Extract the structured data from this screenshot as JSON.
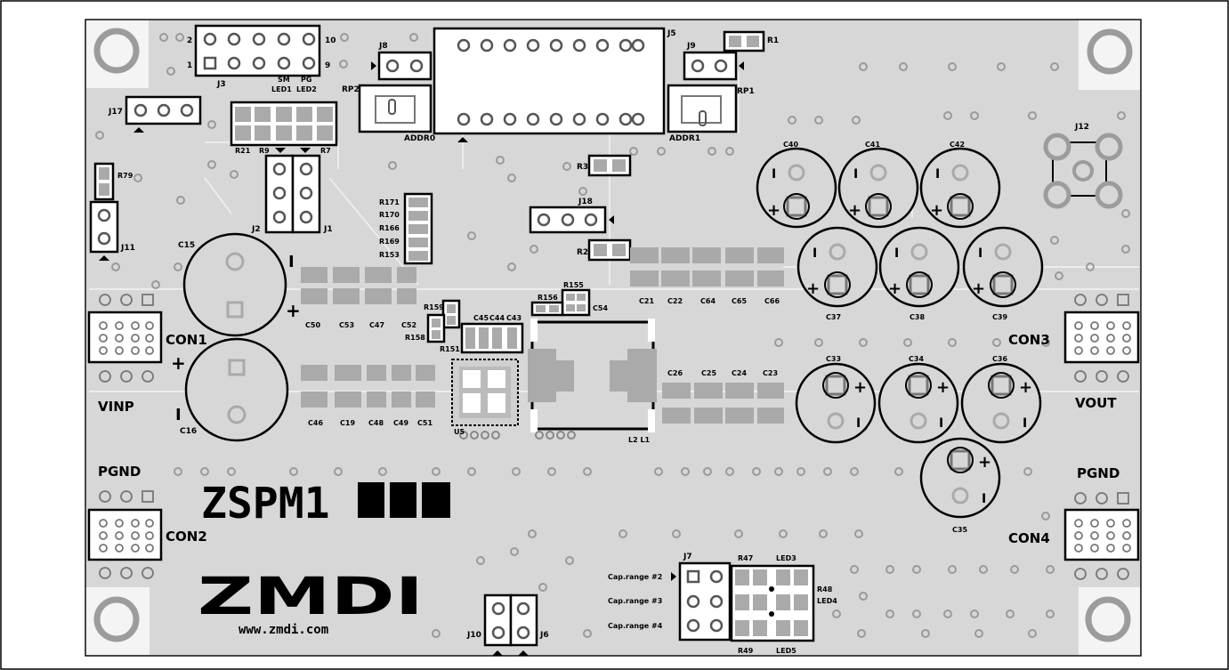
{
  "board_title": "ZSPM1",
  "logo_text": "ZMDI",
  "website": "www.zmdi.com",
  "connectors": {
    "con1": "CON1",
    "con2": "CON2",
    "con3": "CON3",
    "con4": "CON4",
    "vinp": "VINP",
    "pgnd_left": "PGND",
    "vout": "VOUT",
    "pgnd_right": "PGND"
  },
  "headers": {
    "j1": "J1",
    "j2": "J2",
    "j3": "J3",
    "j5": "J5",
    "j6": "J6",
    "j7": "J7",
    "j8": "J8",
    "j9": "J9",
    "j10": "J10",
    "j11": "J11",
    "j12": "J12",
    "j17": "J17",
    "j18": "J18",
    "j3_pin2": "2",
    "j3_pin1": "1",
    "j3_pin10": "10",
    "j3_pin9": "9"
  },
  "leds": {
    "led1": "LED1",
    "led2": "LED2",
    "led3": "LED3",
    "led4": "LED4",
    "led5": "LED5",
    "sm": "SM",
    "pg": "PG"
  },
  "resistors": {
    "r1": "R1",
    "r2": "R2",
    "r3": "R3",
    "r7": "R7",
    "r9": "R9",
    "r21": "R21",
    "r47": "R47",
    "r48": "R48",
    "r49": "R49",
    "r79": "R79",
    "r151": "R151",
    "r153": "R153",
    "r155": "R155",
    "r156": "R156",
    "r158": "R158",
    "r159": "R159",
    "r166": "R166",
    "r169": "R169",
    "r170": "R170",
    "r171": "R171",
    "rp1": "RP1",
    "rp2": "RP2"
  },
  "addr": {
    "addr0": "ADDR0",
    "addr1": "ADDR1"
  },
  "capacitors": {
    "c15": "C15",
    "c16": "C16",
    "c19": "C19",
    "c21": "C21",
    "c22": "C22",
    "c23": "C23",
    "c24": "C24",
    "c25": "C25",
    "c26": "C26",
    "c33": "C33",
    "c34": "C34",
    "c35": "C35",
    "c36": "C36",
    "c37": "C37",
    "c38": "C38",
    "c39": "C39",
    "c40": "C40",
    "c41": "C41",
    "c42": "C42",
    "c43": "C43",
    "c44": "C44",
    "c45": "C45",
    "c46": "C46",
    "c47": "C47",
    "c48": "C48",
    "c49": "C49",
    "c50": "C50",
    "c51": "C51",
    "c52": "C52",
    "c53": "C53",
    "c54": "C54",
    "c64": "C64",
    "c65": "C65",
    "c66": "C66"
  },
  "ics": {
    "u5": "U5",
    "l2l1": "L2 L1"
  },
  "cap_range": {
    "r2": "Cap.range #2",
    "r3": "Cap.range #3",
    "r4": "Cap.range #4"
  },
  "polarity": {
    "plus": "+",
    "minus": "I"
  }
}
